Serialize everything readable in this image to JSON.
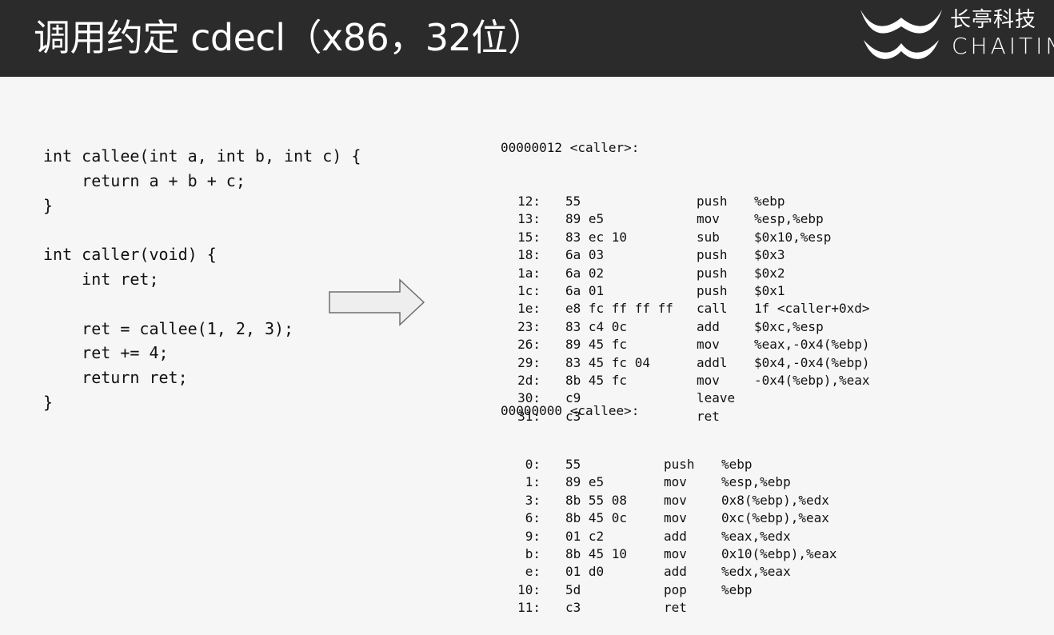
{
  "slide": {
    "title": "调用约定 cdecl（x86，32位）",
    "logo": {
      "chinese": "长亭科技",
      "english": "CHAITIN"
    }
  },
  "source_code": {
    "lines": [
      "int callee(int a, int b, int c) {",
      "    return a + b + c;",
      "}",
      "",
      "int caller(void) {",
      "    int ret;",
      "",
      "    ret = callee(1, 2, 3);",
      "    ret += 4;",
      "    return ret;",
      "}"
    ]
  },
  "disassembly": {
    "caller": {
      "header": "00000012 <caller>:",
      "rows": [
        {
          "offset": "12:",
          "bytes": "55",
          "mnemonic": "push",
          "operands": "%ebp"
        },
        {
          "offset": "13:",
          "bytes": "89 e5",
          "mnemonic": "mov",
          "operands": "%esp,%ebp"
        },
        {
          "offset": "15:",
          "bytes": "83 ec 10",
          "mnemonic": "sub",
          "operands": "$0x10,%esp"
        },
        {
          "offset": "18:",
          "bytes": "6a 03",
          "mnemonic": "push",
          "operands": "$0x3"
        },
        {
          "offset": "1a:",
          "bytes": "6a 02",
          "mnemonic": "push",
          "operands": "$0x2"
        },
        {
          "offset": "1c:",
          "bytes": "6a 01",
          "mnemonic": "push",
          "operands": "$0x1"
        },
        {
          "offset": "1e:",
          "bytes": "e8 fc ff ff ff",
          "mnemonic": "call",
          "operands": "1f <caller+0xd>"
        },
        {
          "offset": "23:",
          "bytes": "83 c4 0c",
          "mnemonic": "add",
          "operands": "$0xc,%esp"
        },
        {
          "offset": "26:",
          "bytes": "89 45 fc",
          "mnemonic": "mov",
          "operands": "%eax,-0x4(%ebp)"
        },
        {
          "offset": "29:",
          "bytes": "83 45 fc 04",
          "mnemonic": "addl",
          "operands": "$0x4,-0x4(%ebp)"
        },
        {
          "offset": "2d:",
          "bytes": "8b 45 fc",
          "mnemonic": "mov",
          "operands": "-0x4(%ebp),%eax"
        },
        {
          "offset": "30:",
          "bytes": "c9",
          "mnemonic": "leave",
          "operands": ""
        },
        {
          "offset": "31:",
          "bytes": "c3",
          "mnemonic": "ret",
          "operands": ""
        }
      ]
    },
    "callee": {
      "header": "00000000 <callee>:",
      "rows": [
        {
          "offset": "0:",
          "bytes": "55",
          "mnemonic": "push",
          "operands": "%ebp"
        },
        {
          "offset": "1:",
          "bytes": "89 e5",
          "mnemonic": "mov",
          "operands": "%esp,%ebp"
        },
        {
          "offset": "3:",
          "bytes": "8b 55 08",
          "mnemonic": "mov",
          "operands": "0x8(%ebp),%edx"
        },
        {
          "offset": "6:",
          "bytes": "8b 45 0c",
          "mnemonic": "mov",
          "operands": "0xc(%ebp),%eax"
        },
        {
          "offset": "9:",
          "bytes": "01 c2",
          "mnemonic": "add",
          "operands": "%eax,%edx"
        },
        {
          "offset": "b:",
          "bytes": "8b 45 10",
          "mnemonic": "mov",
          "operands": "0x10(%ebp),%eax"
        },
        {
          "offset": "e:",
          "bytes": "01 d0",
          "mnemonic": "add",
          "operands": "%edx,%eax"
        },
        {
          "offset": "10:",
          "bytes": "5d",
          "mnemonic": "pop",
          "operands": "%ebp"
        },
        {
          "offset": "11:",
          "bytes": "c3",
          "mnemonic": "ret",
          "operands": ""
        }
      ]
    }
  },
  "icons": {
    "arrow": "right-arrow-icon",
    "logo": "chaitin-logo-icon"
  },
  "colors": {
    "header_background": "#2b2b2b",
    "page_background": "#f6f6f6",
    "text": "#111111",
    "arrow_fill": "#eeeeee",
    "arrow_stroke": "#6e6e6e"
  }
}
